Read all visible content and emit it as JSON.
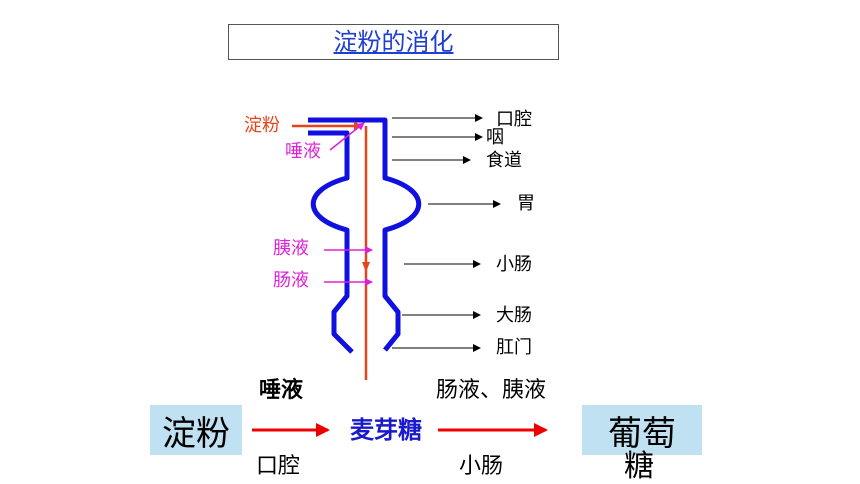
{
  "title": "淀粉的消化",
  "digestive_tract": {
    "organs": [
      "口腔",
      "咽",
      "食道",
      "胃",
      "小肠",
      "大肠",
      "肛门"
    ],
    "input_label": "淀粉",
    "saliva_label": "唾液",
    "pancreatic_juice_label": "胰液",
    "intestinal_juice_label": "肠液"
  },
  "flow": {
    "start": "淀粉",
    "step1_enzyme": "唾液",
    "step1_location": "口腔",
    "intermediate": "麦芽糖",
    "step2_enzyme": "肠液、胰液",
    "step2_location": "小肠",
    "end_line1": "葡萄",
    "end_line2": "糖"
  },
  "colors": {
    "tract": "#1010e0",
    "starch_arrow": "#e8441c",
    "flow_arrow": "#ee0000",
    "pink_label": "#e020d8",
    "box_fill": "#bfe1f2"
  }
}
